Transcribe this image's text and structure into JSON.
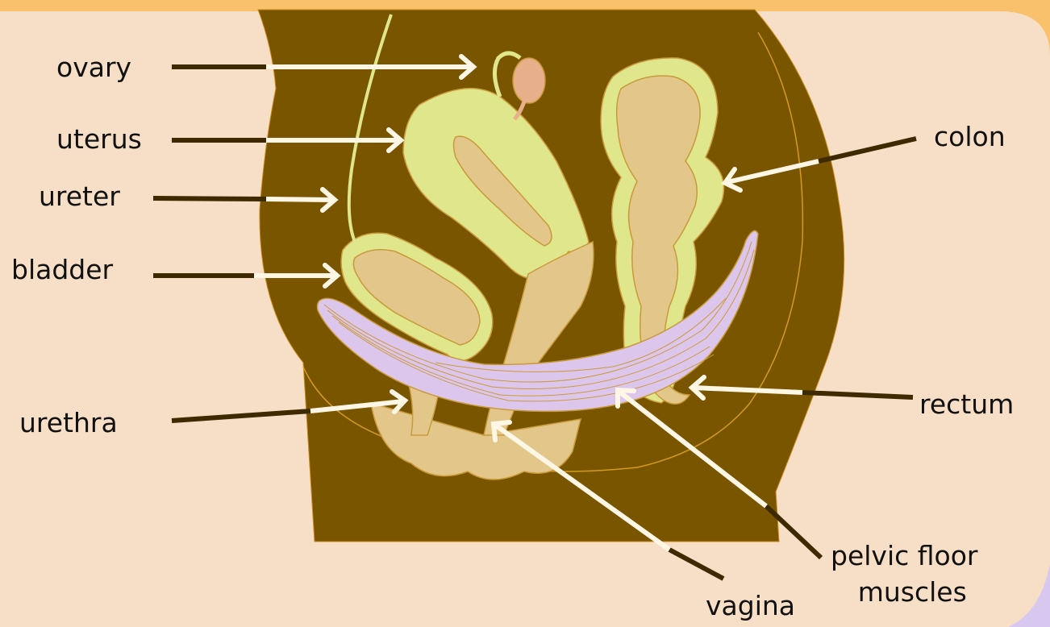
{
  "labels": {
    "ovary": "ovary",
    "uterus": "uterus",
    "ureter": "ureter",
    "bladder": "bladder",
    "urethra": "urethra",
    "colon": "colon",
    "rectum": "rectum",
    "pelvic_floor_line1": "pelvic floor",
    "pelvic_floor_line2": "muscles",
    "vagina": "vagina"
  },
  "colors": {
    "page_frame": "#f9c16b",
    "background": "#f7dec6",
    "body_section": "#7a5500",
    "organ_inner": "#e3c78a",
    "organ_wall": "#dfe68c",
    "pelvic_muscle": "#ddc6ec",
    "ovary_tissue": "#e8b08a",
    "pointer_dark": "#3d2a00",
    "pointer_light": "#fff6e6",
    "corner_accent": "#d8c8f0"
  }
}
